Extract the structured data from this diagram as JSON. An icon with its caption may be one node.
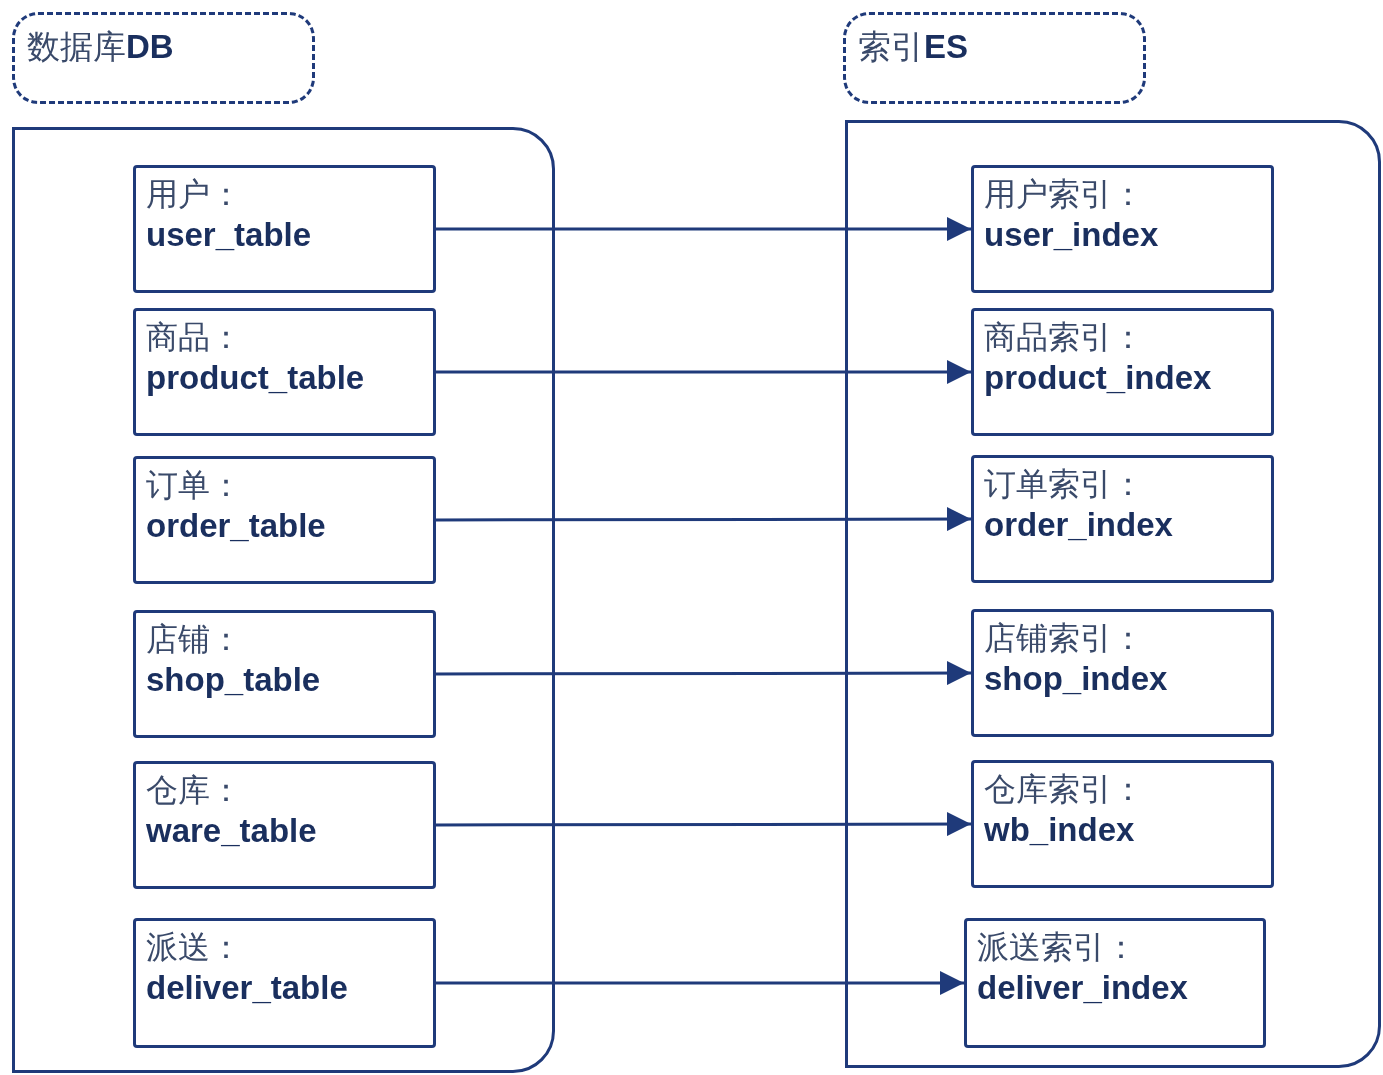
{
  "diagram": {
    "nodes": [
      {
        "text": [
          "数据库**DB**"
        ]
      },
      {
        "text": [
          "索引**ES**"
        ]
      },
      {
        "text": [],
        "shape": "box"
      },
      {
        "text": [
          "用户：",
          "user_table"
        ],
        "in": 2
      },
      {
        "text": [
          "商品：",
          "product_table"
        ],
        "in": 2
      },
      {
        "text": [
          "订单：",
          "order_table"
        ],
        "in": 2
      },
      {
        "text": [
          "店铺：",
          "shop_table"
        ],
        "in": 2
      },
      {
        "text": [
          "仓库：",
          "ware_table"
        ],
        "in": 2
      },
      {
        "text": [
          "派送：",
          "deliver_table"
        ],
        "in": 2
      },
      {
        "text": [],
        "shape": "box"
      },
      {
        "text": [
          "用户索引：",
          "user_index"
        ],
        "in": 9
      },
      {
        "text": [
          "商品索引：",
          "product_index"
        ],
        "in": 9
      },
      {
        "text": [
          "订单索引：",
          "order_index"
        ],
        "in": 9
      },
      {
        "text": [
          "店铺索引：",
          "shop_index"
        ],
        "in": 9
      },
      {
        "text": [
          "仓库索引：",
          "wb_index"
        ],
        "in": 9
      },
      {
        "text": [
          "派送索引：",
          "deliver_index"
        ],
        "in": 9
      }
    ],
    "edges": [
      {
        "from": 3,
        "to": 10,
        "arrow": "to"
      },
      {
        "from": 4,
        "to": 11,
        "arrow": "to"
      },
      {
        "from": 5,
        "to": 12,
        "arrow": "to"
      },
      {
        "from": 6,
        "to": 13,
        "arrow": "to"
      },
      {
        "from": 7,
        "to": 14,
        "arrow": "to"
      },
      {
        "from": 8,
        "to": 15,
        "arrow": "to"
      }
    ]
  }
}
